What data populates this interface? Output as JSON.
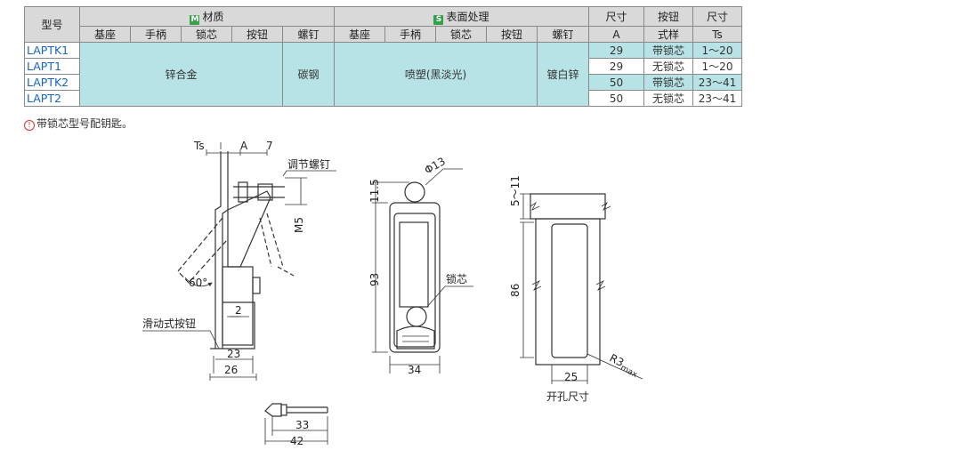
{
  "table": {
    "h_model": "型号",
    "h_material": "材质",
    "material_badge": "M",
    "h_surface": "表面处理",
    "surface_badge": "S",
    "h_size_a_1": "尺寸",
    "h_size_a_2": "A",
    "h_btn_1": "按钮",
    "h_btn_2": "式样",
    "h_size_ts_1": "尺寸",
    "h_size_ts_2": "Ts",
    "material_cols": [
      "基座",
      "手柄",
      "锁芯",
      "按钮",
      "螺钉"
    ],
    "surface_cols": [
      "基座",
      "手柄",
      "锁芯",
      "按钮",
      "螺钉"
    ],
    "material_main": "锌合金",
    "material_screw": "碳钢",
    "surface_main": "喷塑(黑淡光)",
    "surface_screw": "镀白锌",
    "rows": [
      {
        "model": "LAPTK1",
        "a": "29",
        "btn": "带锁芯",
        "ts": "1～20"
      },
      {
        "model": "LAPT1",
        "a": "29",
        "btn": "无锁芯",
        "ts": "1～20"
      },
      {
        "model": "LAPTK2",
        "a": "50",
        "btn": "带锁芯",
        "ts": "23～41"
      },
      {
        "model": "LAPT2",
        "a": "50",
        "btn": "无锁芯",
        "ts": "23～41"
      }
    ]
  },
  "note": "带锁芯型号配钥匙。",
  "drawing": {
    "ts": "Ts",
    "a": "A",
    "d7": "7",
    "adjust_screw": "调节螺钉",
    "m5": "M5",
    "angle": "60°",
    "d2": "2",
    "slide_button": "滑动式按钮",
    "d23": "23",
    "d26": "26",
    "phi13": "Φ13",
    "d11_5": "11.5",
    "d93": "93",
    "lock_core": "锁芯",
    "d34": "34",
    "d5_11": "5～11",
    "d86": "86",
    "r3": "R3",
    "r3_sub": "max",
    "d25": "25",
    "cutout": "开孔尺寸",
    "d33": "33",
    "d42": "42"
  }
}
